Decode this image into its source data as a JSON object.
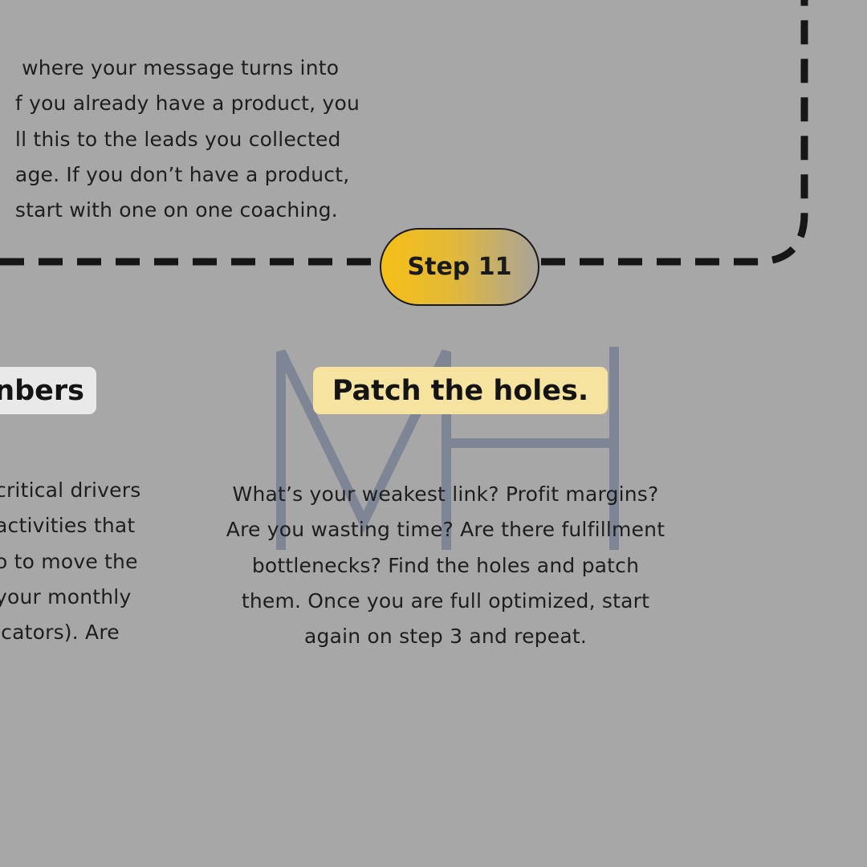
{
  "top_card": {
    "body_lines": [
      " where your message turns into",
      "f you already have a product, you",
      "ll this to the leads you collected",
      "age. If you don’t have a product,",
      "start with one on one coaching."
    ]
  },
  "step_badge": {
    "label": "Step 11"
  },
  "left_card": {
    "title": "nbers",
    "body_lines": [
      "critical drivers",
      "activities that",
      "o to move the",
      "your monthly",
      "icators). Are"
    ]
  },
  "main_card": {
    "title": "Patch the holes.",
    "body_lines": [
      "What’s your weakest link? Profit margins?",
      "Are you wasting time? Are there fulfillment",
      "bottlenecks? Find the holes and patch",
      "them. Once you are full optimized, start",
      "again on step 3 and repeat."
    ]
  },
  "watermark": {
    "letters": "MH",
    "color": "#7a8292"
  },
  "colors": {
    "background": "#a7a7a7",
    "path": "#161616",
    "badge_gold": "#f6bf16",
    "title_highlight": "#f7e3a0",
    "left_title_bg": "#e9e9e9"
  }
}
